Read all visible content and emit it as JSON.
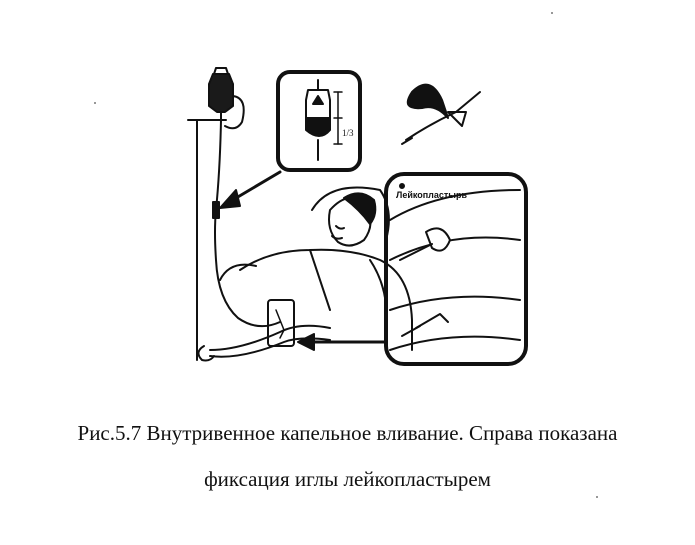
{
  "figure": {
    "inset_label": "Лейкопластырь",
    "fraction_label": "1/3"
  },
  "caption": {
    "line1": "Рис.5.7 Внутривенное капельное вливание. Справа показана",
    "line2": "фиксация иглы лейкопластырем"
  },
  "colors": {
    "ink": "#111111",
    "background": "#ffffff"
  }
}
